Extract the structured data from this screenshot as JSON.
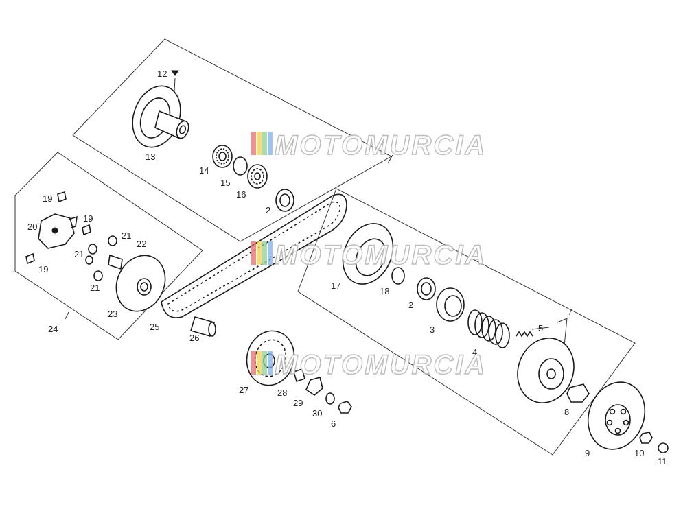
{
  "watermark": {
    "text": "MOTOMURCIA",
    "stripe_colors": [
      "#e96a6a",
      "#f2d24b",
      "#8fd08f",
      "#7fb1e6"
    ]
  },
  "labels": {
    "p2a": "2",
    "p2b": "2",
    "p3": "3",
    "p4": "4",
    "p5": "5",
    "p6": "6",
    "p7": "7",
    "p8": "8",
    "p9": "9",
    "p10": "10",
    "p11": "11",
    "p12": "12",
    "p13": "13",
    "p14": "14",
    "p15": "15",
    "p16": "16",
    "p17": "17",
    "p18": "18",
    "p19a": "19",
    "p19b": "19",
    "p19c": "19",
    "p20": "20",
    "p21a": "21",
    "p21b": "21",
    "p21c": "21",
    "p22": "22",
    "p23": "23",
    "p24": "24",
    "p25": "25",
    "p26": "26",
    "p27": "27",
    "p28": "28",
    "p29": "29",
    "p30": "30"
  }
}
